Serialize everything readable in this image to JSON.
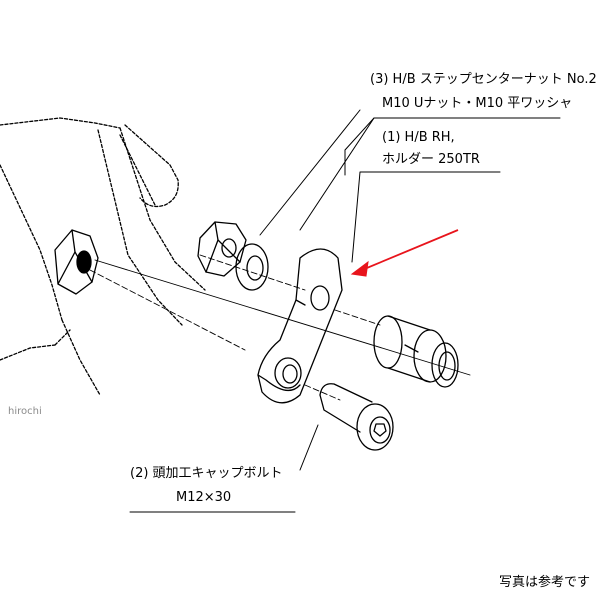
{
  "callouts": {
    "part3_line1": "(3) H/B ステップセンターナット No.2",
    "part3_line2": "M10 Uナット・M10 平ワッシャ",
    "part1_line1": "(1) H/B RH,",
    "part1_line2": "ホルダー 250TR",
    "part2_line1": "(2) 頭加工キャップボルト",
    "part2_line2": "M12×30"
  },
  "watermark": "hirochi",
  "footer_note": "写真は参考です",
  "colors": {
    "arrow": "#e8141c",
    "line": "#000000"
  }
}
